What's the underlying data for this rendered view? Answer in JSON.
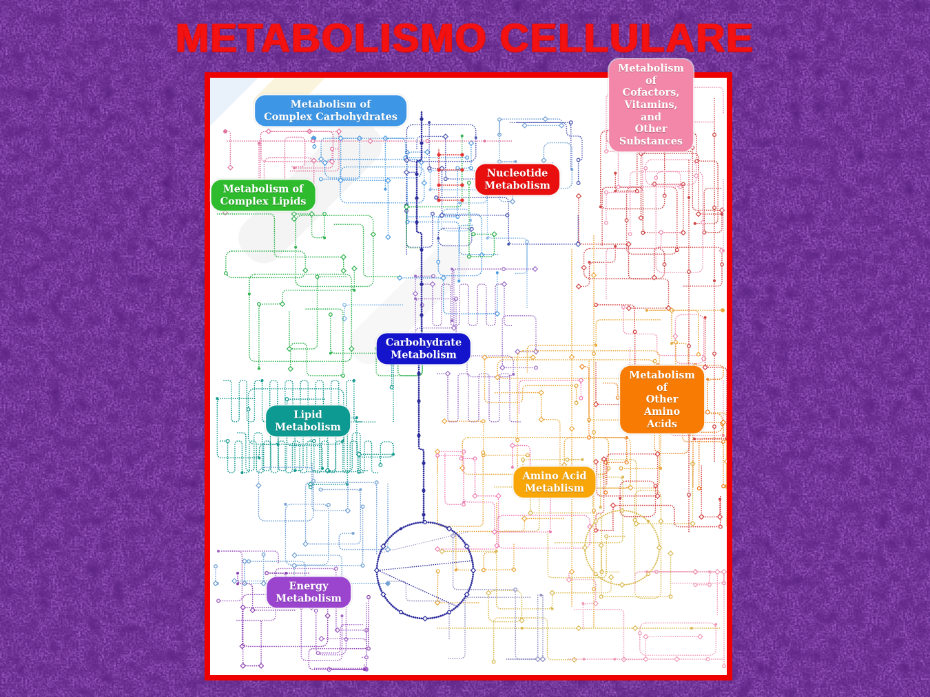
{
  "title": "METABOLISMO CELLULARE",
  "slide": {
    "background_color": "#45106e",
    "title_color": "#f31111"
  },
  "panel": {
    "border_color": "#ee0000",
    "background_color": "#ffffff"
  },
  "map": {
    "labels": [
      {
        "id": "complex-carbohydrates",
        "text": "Metabolism of\nComplex Carbohydrates",
        "color": "#3e97e6"
      },
      {
        "id": "cofactors-vitamins",
        "text": "Metabolism of\nCofactors, Vitamins, and\nOther Substances",
        "color": "#f287a9"
      },
      {
        "id": "nucleotide",
        "text": "Nucleotide\nMetabolism",
        "color": "#e90f0f"
      },
      {
        "id": "complex-lipids",
        "text": "Metabolism of\nComplex Lipids",
        "color": "#2ebc2e"
      },
      {
        "id": "carbohydrate",
        "text": "Carbohydrate\nMetabolism",
        "color": "#1414cc"
      },
      {
        "id": "other-amino-acids",
        "text": "Metabolism of\nOther Amino Acids",
        "color": "#f87c04"
      },
      {
        "id": "lipid",
        "text": "Lipid\nMetabolism",
        "color": "#0d9a92"
      },
      {
        "id": "amino-acid",
        "text": "Amino Acid\nMetablism",
        "color": "#f9a608"
      },
      {
        "id": "energy",
        "text": "Energy\nMetabolism",
        "color": "#9b45cf"
      }
    ],
    "pathway_colors": {
      "rose": "#e2739f",
      "blue": "#4d9ae0",
      "light_blue": "#85b7e8",
      "green": "#2eb24e",
      "crimson": "#cf4545",
      "red": "#d64040",
      "bright_red": "#e43333",
      "pink": "#ef91b2",
      "indigo": "#4a55b2",
      "navy": "#2c2c9c",
      "violet": "#9a6cc4",
      "teal": "#14998f",
      "steel": "#6f9fd4",
      "orchid": "#a261c4",
      "purple": "#8d3fb0",
      "amber": "#eaa83c",
      "gold": "#d9b94f",
      "orange": "#ef8322",
      "pink_rose": "#ee9ab3",
      "magenta": "#ef7fb2",
      "slate": "#8f8fc0"
    }
  }
}
